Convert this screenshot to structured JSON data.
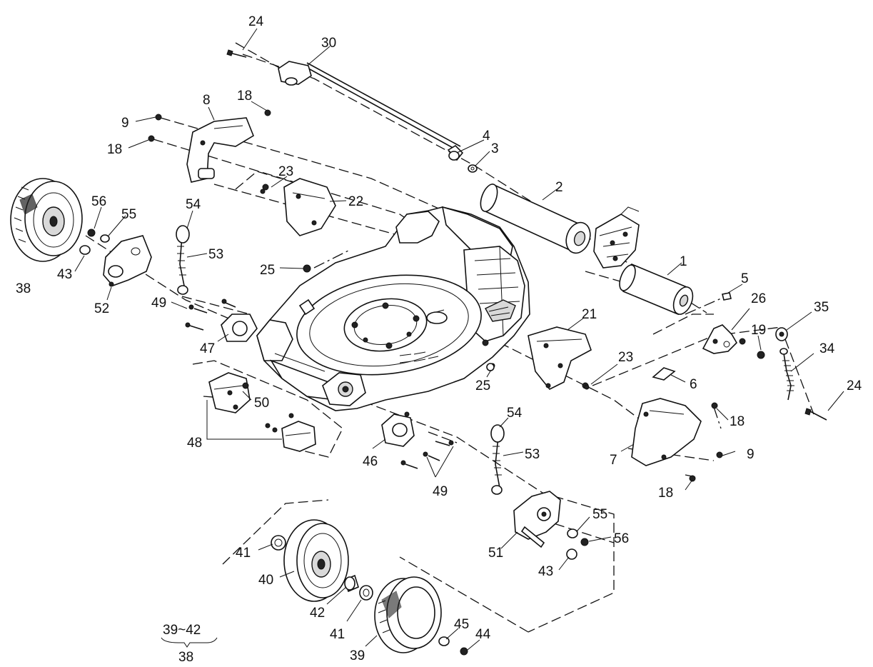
{
  "callouts": [
    {
      "id": "c24a",
      "text": "24"
    },
    {
      "id": "c30",
      "text": "30"
    },
    {
      "id": "c8",
      "text": "8"
    },
    {
      "id": "c18a",
      "text": "18"
    },
    {
      "id": "c9a",
      "text": "9"
    },
    {
      "id": "c18b",
      "text": "18"
    },
    {
      "id": "c4",
      "text": "4"
    },
    {
      "id": "c3",
      "text": "3"
    },
    {
      "id": "c23a",
      "text": "23"
    },
    {
      "id": "c22",
      "text": "22"
    },
    {
      "id": "c2",
      "text": "2"
    },
    {
      "id": "c56a",
      "text": "56"
    },
    {
      "id": "c55a",
      "text": "55"
    },
    {
      "id": "c54a",
      "text": "54"
    },
    {
      "id": "c53a",
      "text": "53"
    },
    {
      "id": "c1",
      "text": "1"
    },
    {
      "id": "c43a",
      "text": "43"
    },
    {
      "id": "c38a",
      "text": "38"
    },
    {
      "id": "c25a",
      "text": "25"
    },
    {
      "id": "c5",
      "text": "5"
    },
    {
      "id": "c52",
      "text": "52"
    },
    {
      "id": "c49a",
      "text": "49"
    },
    {
      "id": "c26",
      "text": "26"
    },
    {
      "id": "c35",
      "text": "35"
    },
    {
      "id": "c21",
      "text": "21"
    },
    {
      "id": "c19",
      "text": "19"
    },
    {
      "id": "c47",
      "text": "47"
    },
    {
      "id": "c34",
      "text": "34"
    },
    {
      "id": "c23b",
      "text": "23"
    },
    {
      "id": "c25b",
      "text": "25"
    },
    {
      "id": "c6",
      "text": "6"
    },
    {
      "id": "c24b",
      "text": "24"
    },
    {
      "id": "c50",
      "text": "50"
    },
    {
      "id": "c54b",
      "text": "54"
    },
    {
      "id": "c18c",
      "text": "18"
    },
    {
      "id": "c48",
      "text": "48"
    },
    {
      "id": "c46",
      "text": "46"
    },
    {
      "id": "c53b",
      "text": "53"
    },
    {
      "id": "c7",
      "text": "7"
    },
    {
      "id": "c9b",
      "text": "9"
    },
    {
      "id": "c49b",
      "text": "49"
    },
    {
      "id": "c18d",
      "text": "18"
    },
    {
      "id": "c55b",
      "text": "55"
    },
    {
      "id": "c41a",
      "text": "41"
    },
    {
      "id": "c56b",
      "text": "56"
    },
    {
      "id": "c51",
      "text": "51"
    },
    {
      "id": "c43b",
      "text": "43"
    },
    {
      "id": "c40",
      "text": "40"
    },
    {
      "id": "c42",
      "text": "42"
    },
    {
      "id": "c41b",
      "text": "41"
    },
    {
      "id": "c45",
      "text": "45"
    },
    {
      "id": "c44",
      "text": "44"
    },
    {
      "id": "c39",
      "text": "39"
    }
  ],
  "assembly_note": {
    "range": "39~42",
    "total": "38"
  }
}
